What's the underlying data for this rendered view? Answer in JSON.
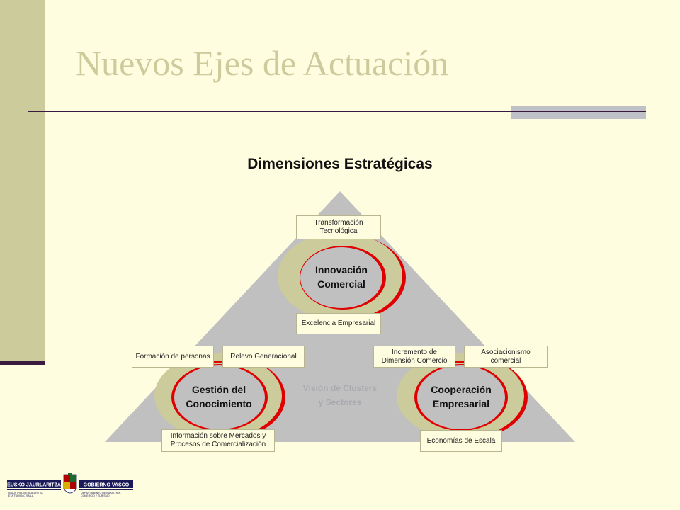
{
  "slide": {
    "title": "Nuevos Ejes de Actuación",
    "subtitle": "Dimensiones Estratégicas"
  },
  "diagram": {
    "center_label_line1": "Visión de Clusters",
    "center_label_line2": "y Sectores",
    "nodes": [
      {
        "id": "innovacion",
        "line1": "Innovación",
        "line2": "Comercial"
      },
      {
        "id": "gestion",
        "line1": "Gestión del",
        "line2": "Conocimiento"
      },
      {
        "id": "cooperacion",
        "line1": "Cooperación",
        "line2": "Empresarial"
      }
    ],
    "boxes": {
      "transformacion": "Transformación Tecnológica",
      "excelencia": "Excelencia Empresarial",
      "formacion": "Formación de personas",
      "relevo": "Relevo Generacional",
      "informacion": "Información sobre Mercados y Procesos de Comercialización",
      "incremento": "Incremento de Dimensión Comercio",
      "asociacionismo": "Asociacionismo comercial",
      "economias": "Economías de Escala"
    }
  },
  "footer": {
    "logo_left": "EUSKO JAURLARITZA",
    "logo_right": "GOBIERNO VASCO",
    "logo_left_sub": "INDUSTRIA, MERKATARITZA ETA TURISMO SAILA",
    "logo_right_sub": "DEPARTAMENTO DE INDUSTRIA, COMERCIO Y TURISMO"
  },
  "colors": {
    "accent_khaki": "#cccb9b",
    "dark_purple": "#3a1a3f",
    "triangle_gray": "#c0c0c0",
    "ring_red": "#e00000",
    "background": "#fffde0"
  }
}
